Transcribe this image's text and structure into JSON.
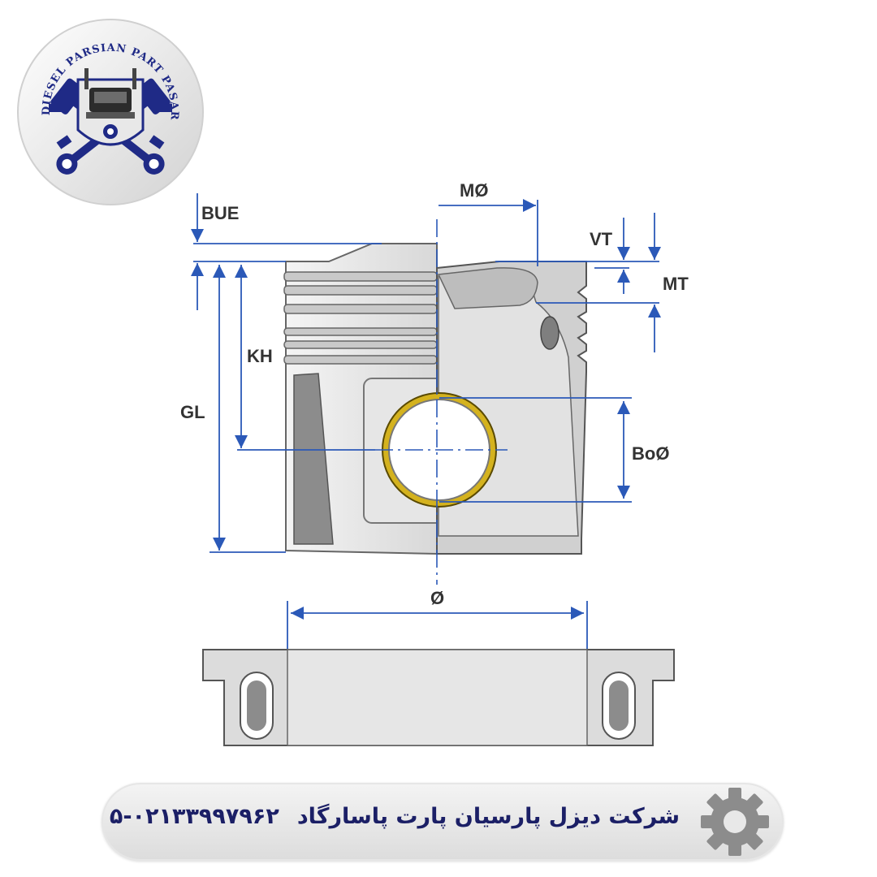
{
  "logo": {
    "company_arc_text": "DIESEL PARSIAN PART PASARGAD",
    "colors": {
      "navy": "#1f2a86",
      "silver": "#b9b9b9"
    },
    "icon": "truck-piston-badge"
  },
  "diagram": {
    "labels": {
      "bue": "BUE",
      "mo": "MØ",
      "vt": "VT",
      "mt": "MT",
      "kh": "KH",
      "gl": "GL",
      "bo": "BoØ",
      "dia": "Ø"
    },
    "colors": {
      "dimension_line": "#2b59b8",
      "piston_fill": "#e3e3e3",
      "piston_dark": "#8c8c8c",
      "pin_bushing": "#d4b21e"
    }
  },
  "footer": {
    "company_name": "شرکت دیزل پارسیان پارت پاسارگاد",
    "phone": "۰۲۱۳۳۹۹۷۹۶۲-۵",
    "gear_icon": "gear-icon"
  }
}
